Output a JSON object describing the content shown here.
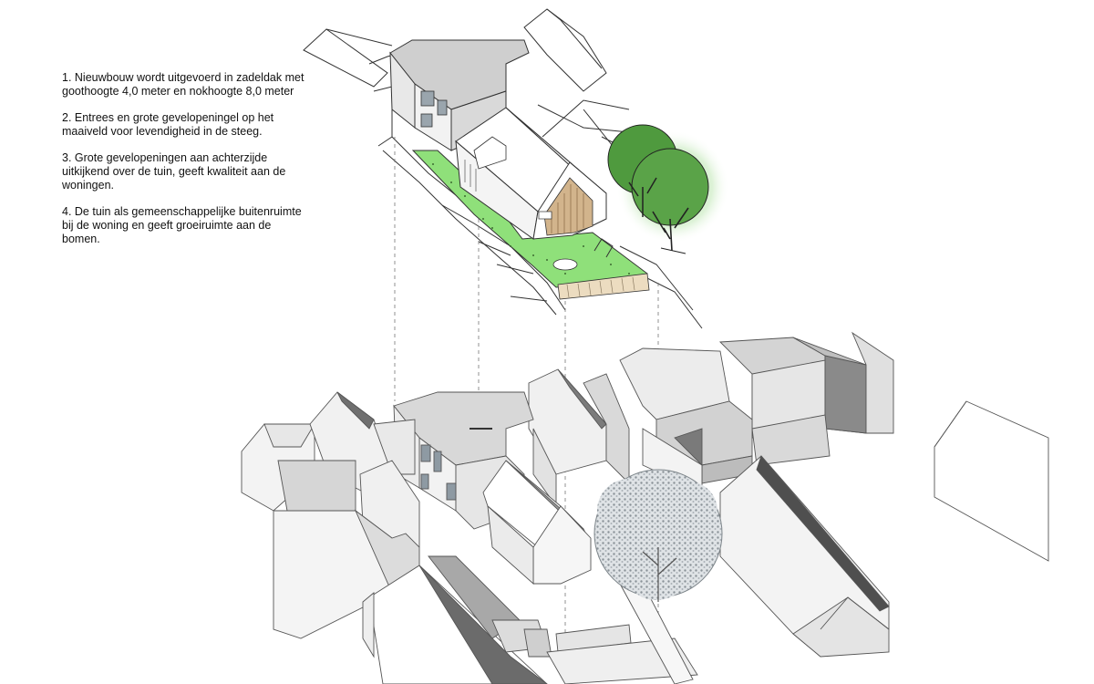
{
  "notes": [
    "1. Nieuwbouw wordt uitgevoerd in zadeldak met goothoogte 4,0 meter en nokhoogte 8,0 meter",
    "2. Entrees en grote gevelopeningel op het maaiveld voor levendigheid in de steeg.",
    "3. Grote gevelopeningen aan achterzijde uitkijkend over de tuin, geeft kwaliteit aan de woningen.",
    "4. De tuin als gemeenschappelijke buitenruimte bij de woning en geeft groeiruimte aan de bomen."
  ],
  "colors": {
    "lawn": "#8fe07a",
    "tree_green": "#4f9a3e",
    "tree_glow": "#b8e3ad",
    "roof_grey": "#cfcfcf",
    "wall_grey": "#bdbdbd",
    "shadow": "#6b6b6b",
    "massing_white": "#f6f6f6"
  }
}
